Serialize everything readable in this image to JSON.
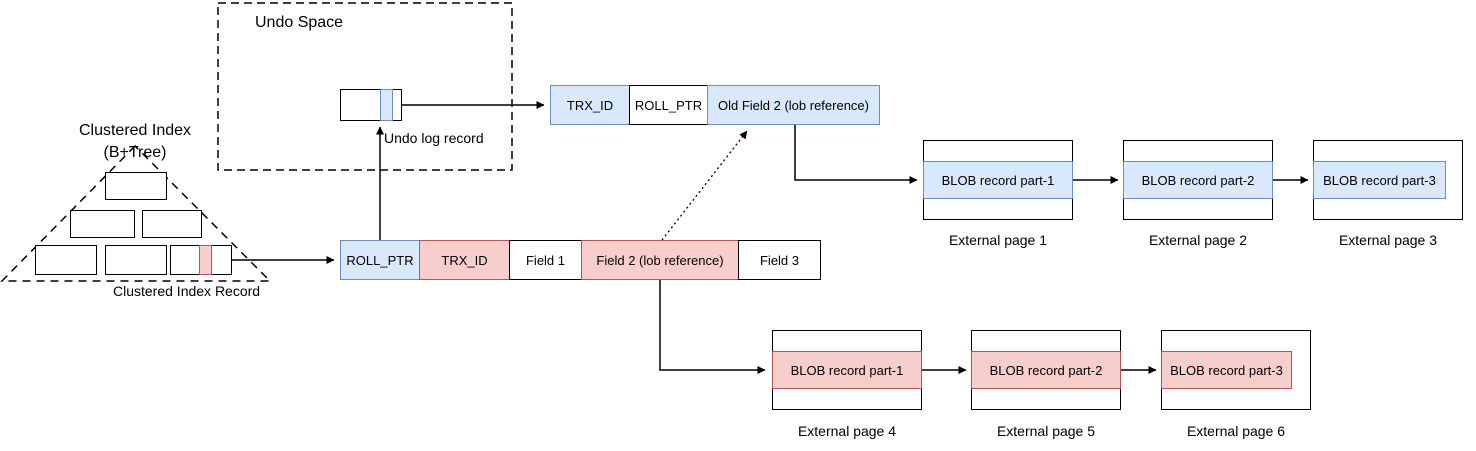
{
  "diagram": {
    "undo_space": {
      "title": "Undo Space",
      "undo_log_record_label": "Undo log record"
    },
    "undo_record": {
      "cells": [
        {
          "label": "TRX_ID",
          "style": "blue"
        },
        {
          "label": "ROLL_PTR",
          "style": "white"
        },
        {
          "label": "Old Field 2 (lob reference)",
          "style": "blue"
        }
      ]
    },
    "main_record": {
      "cells": [
        {
          "label": "ROLL_PTR",
          "style": "blue"
        },
        {
          "label": "TRX_ID",
          "style": "red"
        },
        {
          "label": "Field 1",
          "style": "white"
        },
        {
          "label": "Field 2 (lob reference)",
          "style": "red"
        },
        {
          "label": "Field 3",
          "style": "white"
        }
      ]
    },
    "clustered_index": {
      "title_line1": "Clustered Index",
      "title_line2": "(B+Tree)",
      "record_label": "Clustered Index Record"
    },
    "external_pages_top": [
      {
        "blob_label": "BLOB record part-1",
        "page_label": "External page 1"
      },
      {
        "blob_label": "BLOB record part-2",
        "page_label": "External page 2"
      },
      {
        "blob_label": "BLOB record part-3",
        "page_label": "External page 3"
      }
    ],
    "external_pages_bottom": [
      {
        "blob_label": "BLOB record part-1",
        "page_label": "External page 4"
      },
      {
        "blob_label": "BLOB record part-2",
        "page_label": "External page 5"
      },
      {
        "blob_label": "BLOB record part-3",
        "page_label": "External page 6"
      }
    ],
    "colors": {
      "blue_fill": "#dae8fc",
      "blue_border": "#6c8ebf",
      "red_fill": "#f8cecc",
      "red_border": "#b85450",
      "line": "#000000",
      "background": "#ffffff"
    }
  }
}
